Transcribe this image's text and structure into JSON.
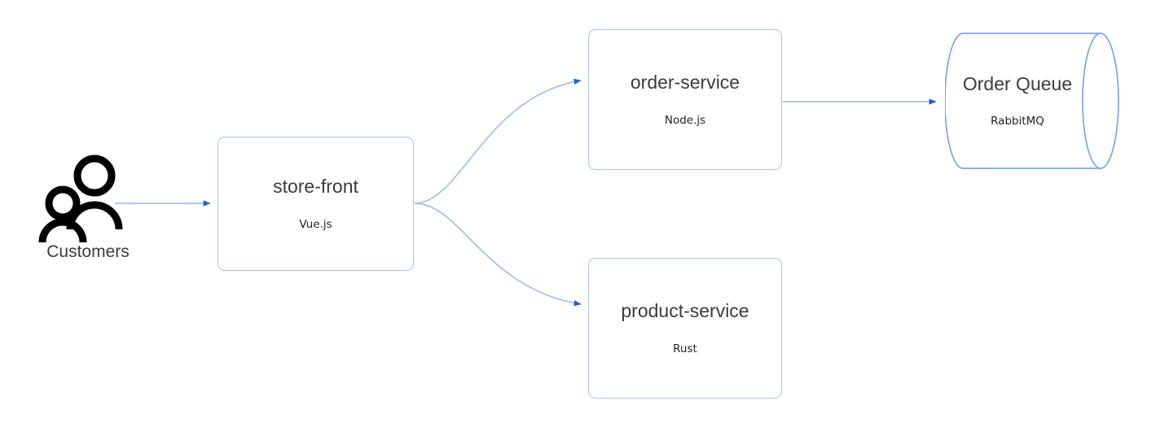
{
  "diagram": {
    "type": "architecture-flow-diagram",
    "background_color": "#ffffff",
    "palette": {
      "node_border": "#a9c4eb",
      "node_fill": "#ffffff",
      "connector_line": "#a3c0e8",
      "arrowhead": "#2a5fd0",
      "title_text": "#3c3c3c",
      "subtitle_text": "#222222",
      "actor_color": "#000000"
    },
    "actors": [
      {
        "id": "customers",
        "icon": "two-people-icon",
        "label": "Customers"
      }
    ],
    "nodes": [
      {
        "id": "store-front",
        "shape": "rounded-rectangle",
        "title": "store-front",
        "subtitle": "Vue.js"
      },
      {
        "id": "order-service",
        "shape": "rounded-rectangle",
        "title": "order-service",
        "subtitle": "Node.js"
      },
      {
        "id": "product-service",
        "shape": "rounded-rectangle",
        "title": "product-service",
        "subtitle": "Rust"
      },
      {
        "id": "order-queue",
        "shape": "cylinder",
        "title": "Order Queue",
        "subtitle": "RabbitMQ"
      }
    ],
    "connectors": [
      {
        "id": "customers-to-store-front",
        "from": "customers",
        "to": "store-front",
        "style": "straight-arrow"
      },
      {
        "id": "store-front-to-order-service",
        "from": "store-front",
        "to": "order-service",
        "style": "curved-arrow"
      },
      {
        "id": "store-front-to-product-service",
        "from": "store-front",
        "to": "product-service",
        "style": "curved-arrow"
      },
      {
        "id": "order-service-to-order-queue",
        "from": "order-service",
        "to": "order-queue",
        "style": "straight-arrow"
      }
    ]
  }
}
